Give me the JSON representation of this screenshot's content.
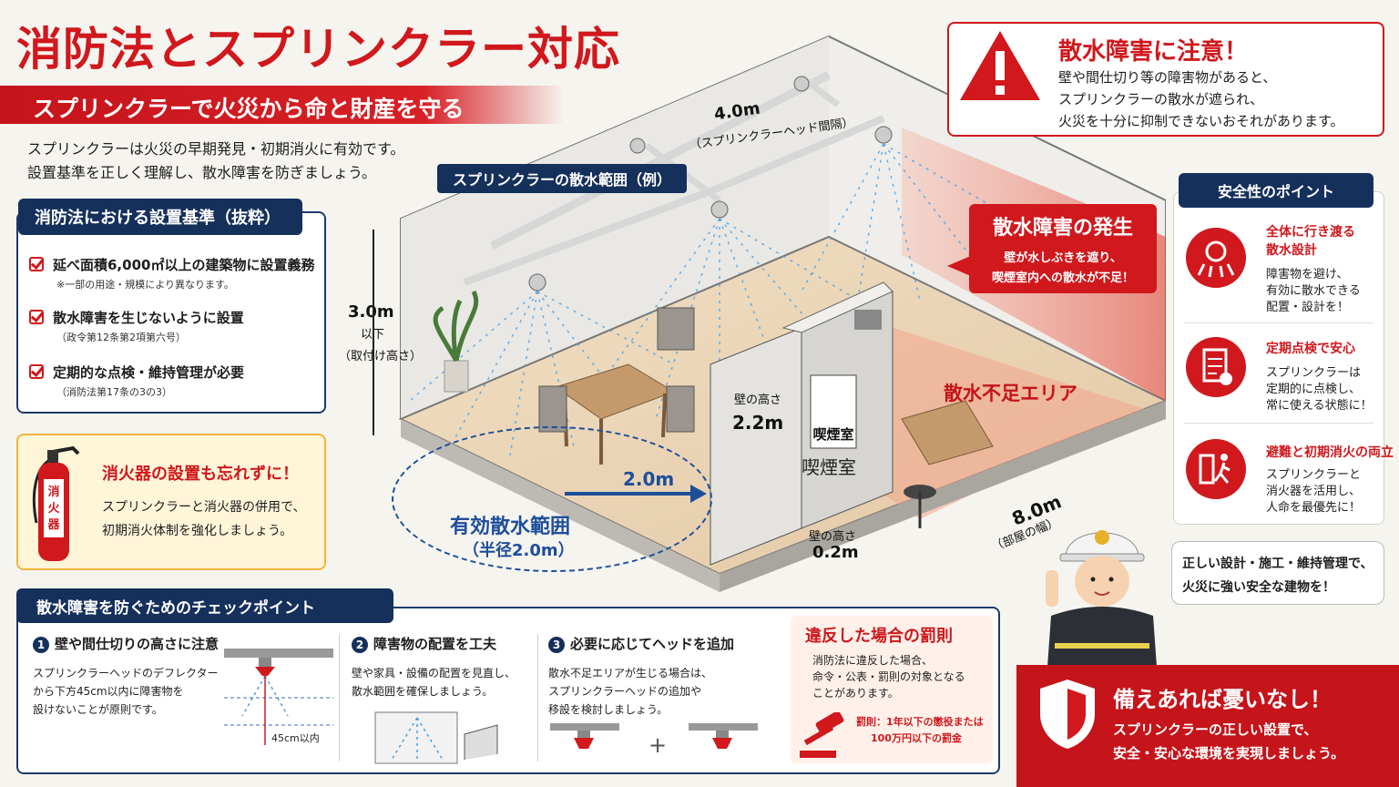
{
  "title": "消防法とスプリンクラー対応",
  "subtitle": "スプリンクラーで火災から命と財産を守る",
  "intro": [
    "スプリンクラーは火災の早期発見・初期消火に有効です。",
    "設置基準を正しく理解し、散水障害を防ぎましょう。"
  ],
  "standards": {
    "heading": "消防法における設置基準（抜粋）",
    "items": [
      {
        "label": "延べ面積6,000㎡以上の建築物に設置義務",
        "note": "※一部の用途・規模により異なります。"
      },
      {
        "label": "散水障害を生じないように設置",
        "note": "（政令第12条第2項第六号）"
      },
      {
        "label": "定期的な点検・維持管理が必要",
        "note": "（消防法第17条の3の3）"
      }
    ]
  },
  "extinguisher": {
    "label": "消火器",
    "title": "消火器の設置も忘れずに！",
    "text": [
      "スプリンクラーと消火器の併用で、",
      "初期消火体制を強化しましょう。"
    ]
  },
  "scene": {
    "spray_tag": "スプリンクラーの散水範囲（例）",
    "head_spacing": "4.0m",
    "head_spacing_note": "（スプリンクラーヘッド間隔）",
    "height": "3.0m",
    "height_sub": "以下",
    "height_note": "（取付け高さ）",
    "wall_height_label": "壁の高さ",
    "wall_height": "2.2m",
    "gap_label": "壁の高さ",
    "gap": "0.2m",
    "radius": "2.0m",
    "effective_range": "有効散水範囲",
    "effective_radius": "（半径2.0m）",
    "room_width": "8.0m",
    "room_width_note": "（部屋の幅）",
    "smoking_room_sign": "喫煙室",
    "smoking_room_wall": "喫煙室",
    "shortage_area": "散水不足エリア"
  },
  "warning": {
    "title": "散水障害に注意！",
    "text": [
      "壁や間仕切り等の障害物があると、",
      "スプリンクラーの散水が遮られ、",
      "火災を十分に抑制できないおそれがあります。"
    ]
  },
  "callout": {
    "title": "散水障害の発生",
    "text": [
      "壁が水しぶきを遮り、",
      "喫煙室内への散水が不足！"
    ]
  },
  "safety": {
    "heading": "安全性のポイント",
    "items": [
      {
        "icon": "sprinkler-icon",
        "title": [
          "全体に行き渡る",
          "散水設計"
        ],
        "text": [
          "障害物を避け、",
          "有効に散水できる",
          "配置・設計を！"
        ]
      },
      {
        "icon": "clipboard-check-icon",
        "title": [
          "定期点検で安心"
        ],
        "text": [
          "スプリンクラーは",
          "定期的に点検し、",
          "常に使える状態に！"
        ]
      },
      {
        "icon": "evacuation-icon",
        "title": [
          "避難と初期消火の両立"
        ],
        "text": [
          "スプリンクラーと",
          "消火器を活用し、",
          "人命を最優先に！"
        ]
      }
    ]
  },
  "bubble": [
    "正しい設計・施工・維持管理で、",
    "火災に強い安全な建物を！"
  ],
  "checkpoints": {
    "heading": "散水障害を防ぐためのチェックポイント",
    "items": [
      {
        "num": "1",
        "title": "壁や間仕切りの高さに注意",
        "text": [
          "スプリンクラーヘッドのデフレクター",
          "から下方45cm以内に障害物を",
          "設けないことが原則です。"
        ],
        "figure_label": "45cm以内"
      },
      {
        "num": "2",
        "title": "障害物の配置を工夫",
        "text": [
          "壁や家具・設備の配置を見直し、",
          "散水範囲を確保しましょう。"
        ]
      },
      {
        "num": "3",
        "title": "必要に応じてヘッドを追加",
        "text": [
          "散水不足エリアが生じる場合は、",
          "スプリンクラーヘッドの追加や",
          "移設を検討しましょう。"
        ],
        "plus": "+"
      }
    ]
  },
  "penalty": {
    "title": "違反した場合の罰則",
    "text": [
      "消防法に違反した場合、",
      "命令・公表・罰則の対象となる",
      "ことがあります。"
    ],
    "red": [
      "罰則：1年以下の懲役または",
      "100万円以下の罰金"
    ]
  },
  "banner": {
    "title": "備えあれば憂いなし！",
    "text": [
      "スプリンクラーの正しい設置で、",
      "安全・安心な環境を実現しましょう。"
    ]
  },
  "colors": {
    "accent": "#d0181d",
    "navy": "#16305c",
    "shortage": "#f4a28c"
  }
}
